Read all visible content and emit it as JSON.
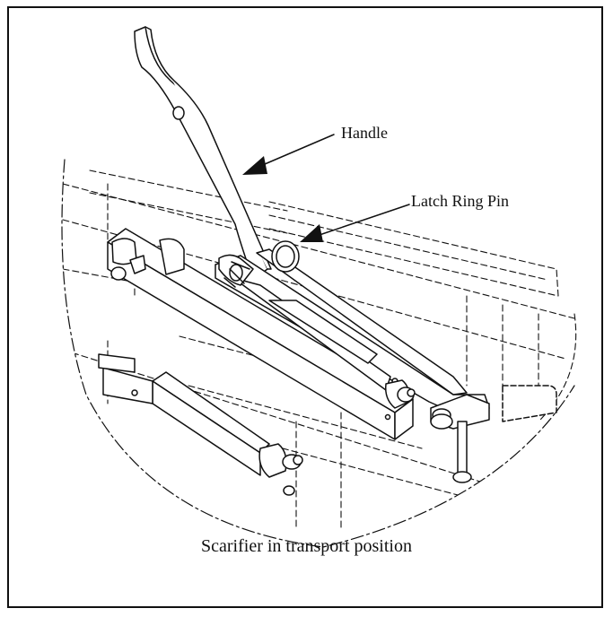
{
  "callouts": {
    "handle": "Handle",
    "latch_ring_pin": "Latch Ring Pin"
  },
  "caption": "Scarifier in transport position",
  "colors": {
    "line": "#111111",
    "background": "#ffffff"
  }
}
